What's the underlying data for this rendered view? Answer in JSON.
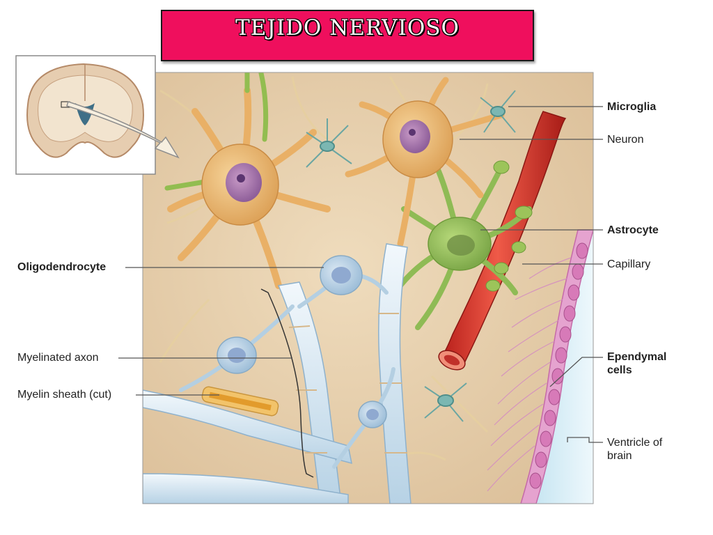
{
  "title": "TEJIDO NERVIOSO",
  "labels": {
    "microglia": "Microglia",
    "neuron": "Neuron",
    "astrocyte": "Astrocyte",
    "capillary": "Capillary",
    "oligodendrocyte": "Oligodendrocyte",
    "myelinated_axon": "Myelinated axon",
    "myelin_sheath": "Myelin sheath (cut)",
    "ependymal_line1": "Ependymal",
    "ependymal_line2": "cells",
    "ventricle_line1": "Ventricle of",
    "ventricle_line2": "brain"
  },
  "colors": {
    "banner": "#ef0f5d",
    "tissue": "#e7cfad",
    "neuron": "#e9b066",
    "astrocyte": "#9cc45a",
    "oligodendrocyte": "#bcd6e6",
    "capillary": "#d9332b",
    "ependymal": "#d77ab8",
    "ventricle": "#d6eef7",
    "microglia": "#7bb7b2"
  }
}
